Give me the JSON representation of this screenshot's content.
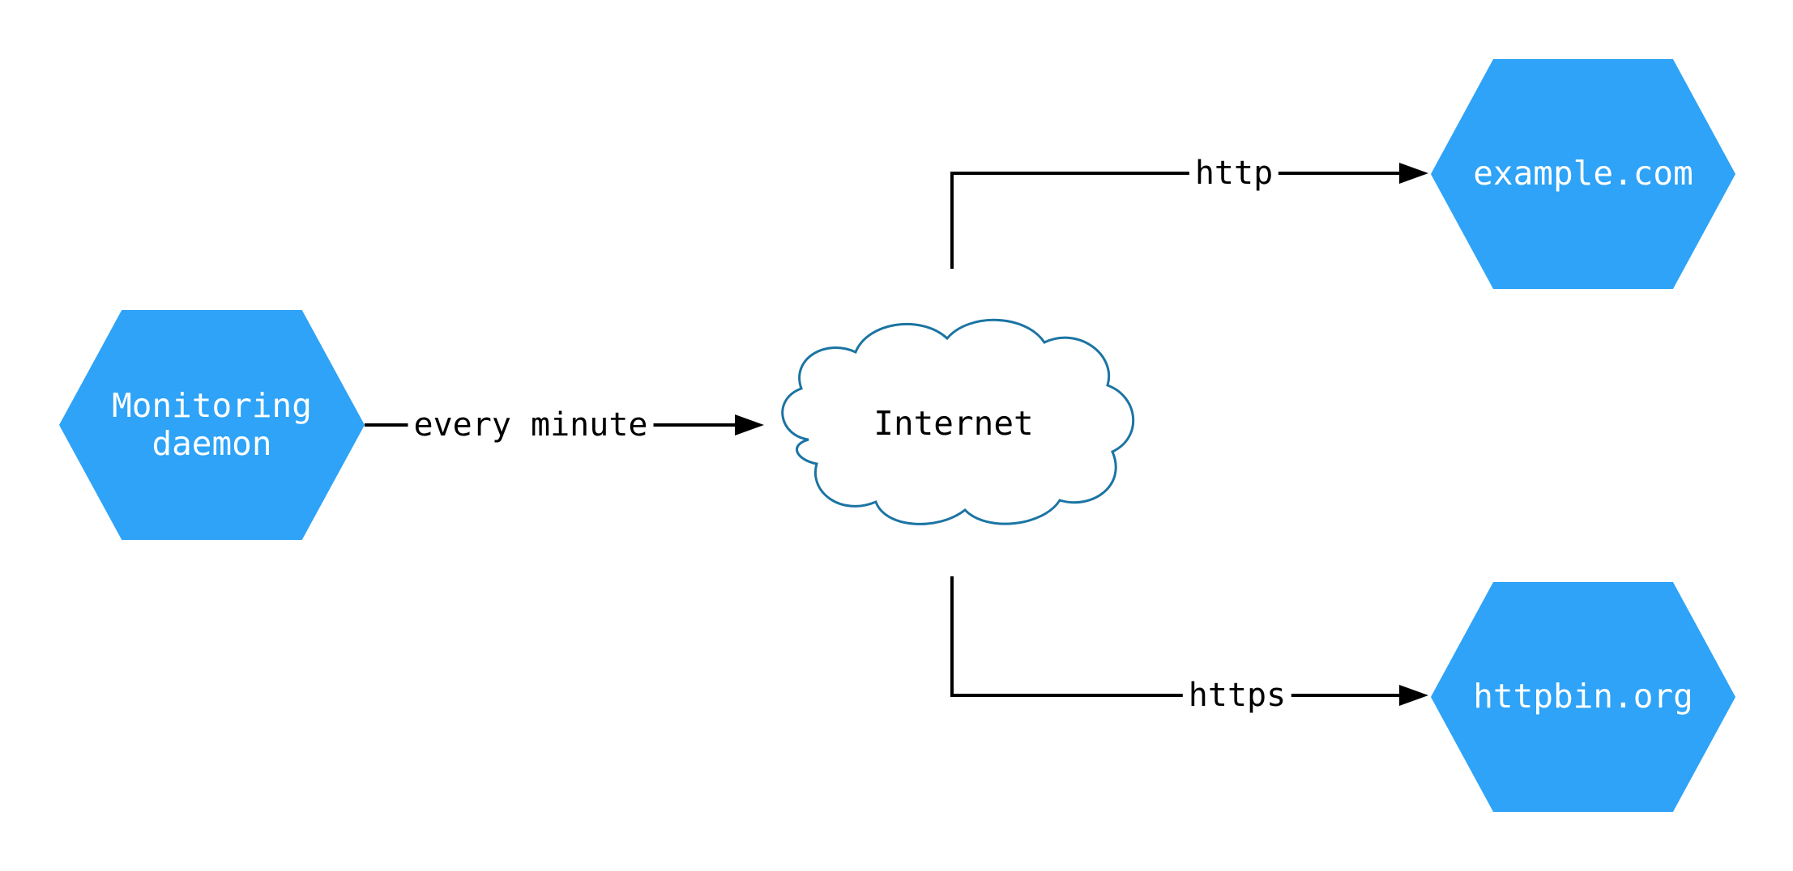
{
  "nodes": {
    "monitoring": {
      "label": "Monitoring\ndaemon",
      "shape": "hexagon",
      "fill": "#2EA3F7"
    },
    "internet": {
      "label": "Internet",
      "shape": "cloud",
      "stroke": "#1B74A3"
    },
    "example": {
      "label": "example.com",
      "shape": "hexagon",
      "fill": "#2EA3F7"
    },
    "httpbin": {
      "label": "httpbin.org",
      "shape": "hexagon",
      "fill": "#2EA3F7"
    }
  },
  "edges": {
    "every_minute": {
      "label": "every minute",
      "from": "monitoring",
      "to": "internet"
    },
    "http": {
      "label": "http",
      "from": "internet",
      "to": "example"
    },
    "https": {
      "label": "https",
      "from": "internet",
      "to": "httpbin"
    }
  },
  "colors": {
    "node_fill": "#2EA3F7",
    "cloud_stroke": "#1B74A3",
    "edge_stroke": "#000000",
    "node_text": "#ffffff",
    "label_text": "#000000",
    "background": "#ffffff"
  }
}
